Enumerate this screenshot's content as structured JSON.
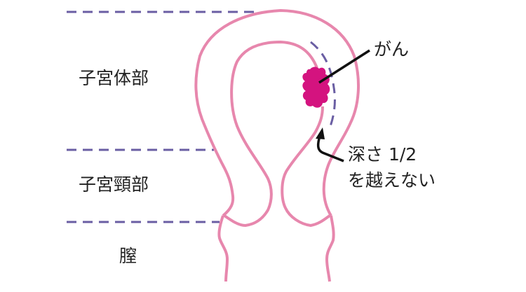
{
  "regions": {
    "corpus": "子宮体部",
    "cervix": "子宮頸部",
    "vagina": "膣"
  },
  "annotations": {
    "cancer": "がん",
    "depth_line1": "深さ 1/2",
    "depth_line2": "を越えない"
  },
  "colors": {
    "uterus_outline": "#e787ad",
    "tumor": "#d4137f",
    "dashed_lines": "#6a5ea3",
    "text": "#222222"
  }
}
